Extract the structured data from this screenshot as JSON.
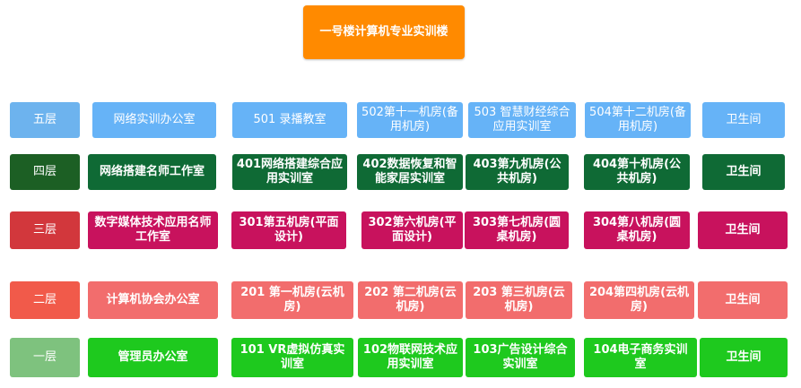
{
  "title": "一号楼计算机专业实训楼",
  "colors": {
    "title": "#ff8a00",
    "floor5": "#66b3f7",
    "floor4": "#0f6a35",
    "floor3": "#c8125d",
    "floor2": "#f26d6d",
    "floor1": "#1ec91e",
    "floor5_label": "#6db3ee",
    "floor4_label": "#1c5f24",
    "floor3_label": "#d2373c",
    "floor2_label": "#f15a4a",
    "floor1_label": "#7ec27e"
  },
  "floors": [
    {
      "label": "五层",
      "rooms": [
        "网络实训办公室",
        "501 录播教室",
        "502第十一机房(备用机房)",
        "503 智慧财经综合应用实训室",
        "504第十二机房(备用机房)",
        "卫生间"
      ]
    },
    {
      "label": "四层",
      "rooms": [
        "网络搭建名师工作室",
        "401网络搭建综合应用实训室",
        "402数据恢复和智能家居实训室",
        "403第九机房(公共机房)",
        "404第十机房(公共机房)",
        "卫生间"
      ]
    },
    {
      "label": "三层",
      "rooms": [
        "数字媒体技术应用名师工作室",
        "301第五机房(平面设计)",
        "302第六机房(平面设计)",
        "303第七机房(圆桌机房)",
        "304第八机房(圆桌机房)",
        "卫生间"
      ]
    },
    {
      "label": "二层",
      "rooms": [
        "计算机协会办公室",
        "201 第一机房(云机房)",
        "202 第二机房(云机房)",
        "203 第三机房(云机房)",
        "204第四机房(云机房)",
        "卫生间"
      ]
    },
    {
      "label": "一层",
      "rooms": [
        "管理员办公室",
        "101 VR虚拟仿真实训室",
        "102物联网技术应用实训室",
        "103广告设计综合实训室",
        "104电子商务实训室",
        "卫生间"
      ]
    }
  ]
}
